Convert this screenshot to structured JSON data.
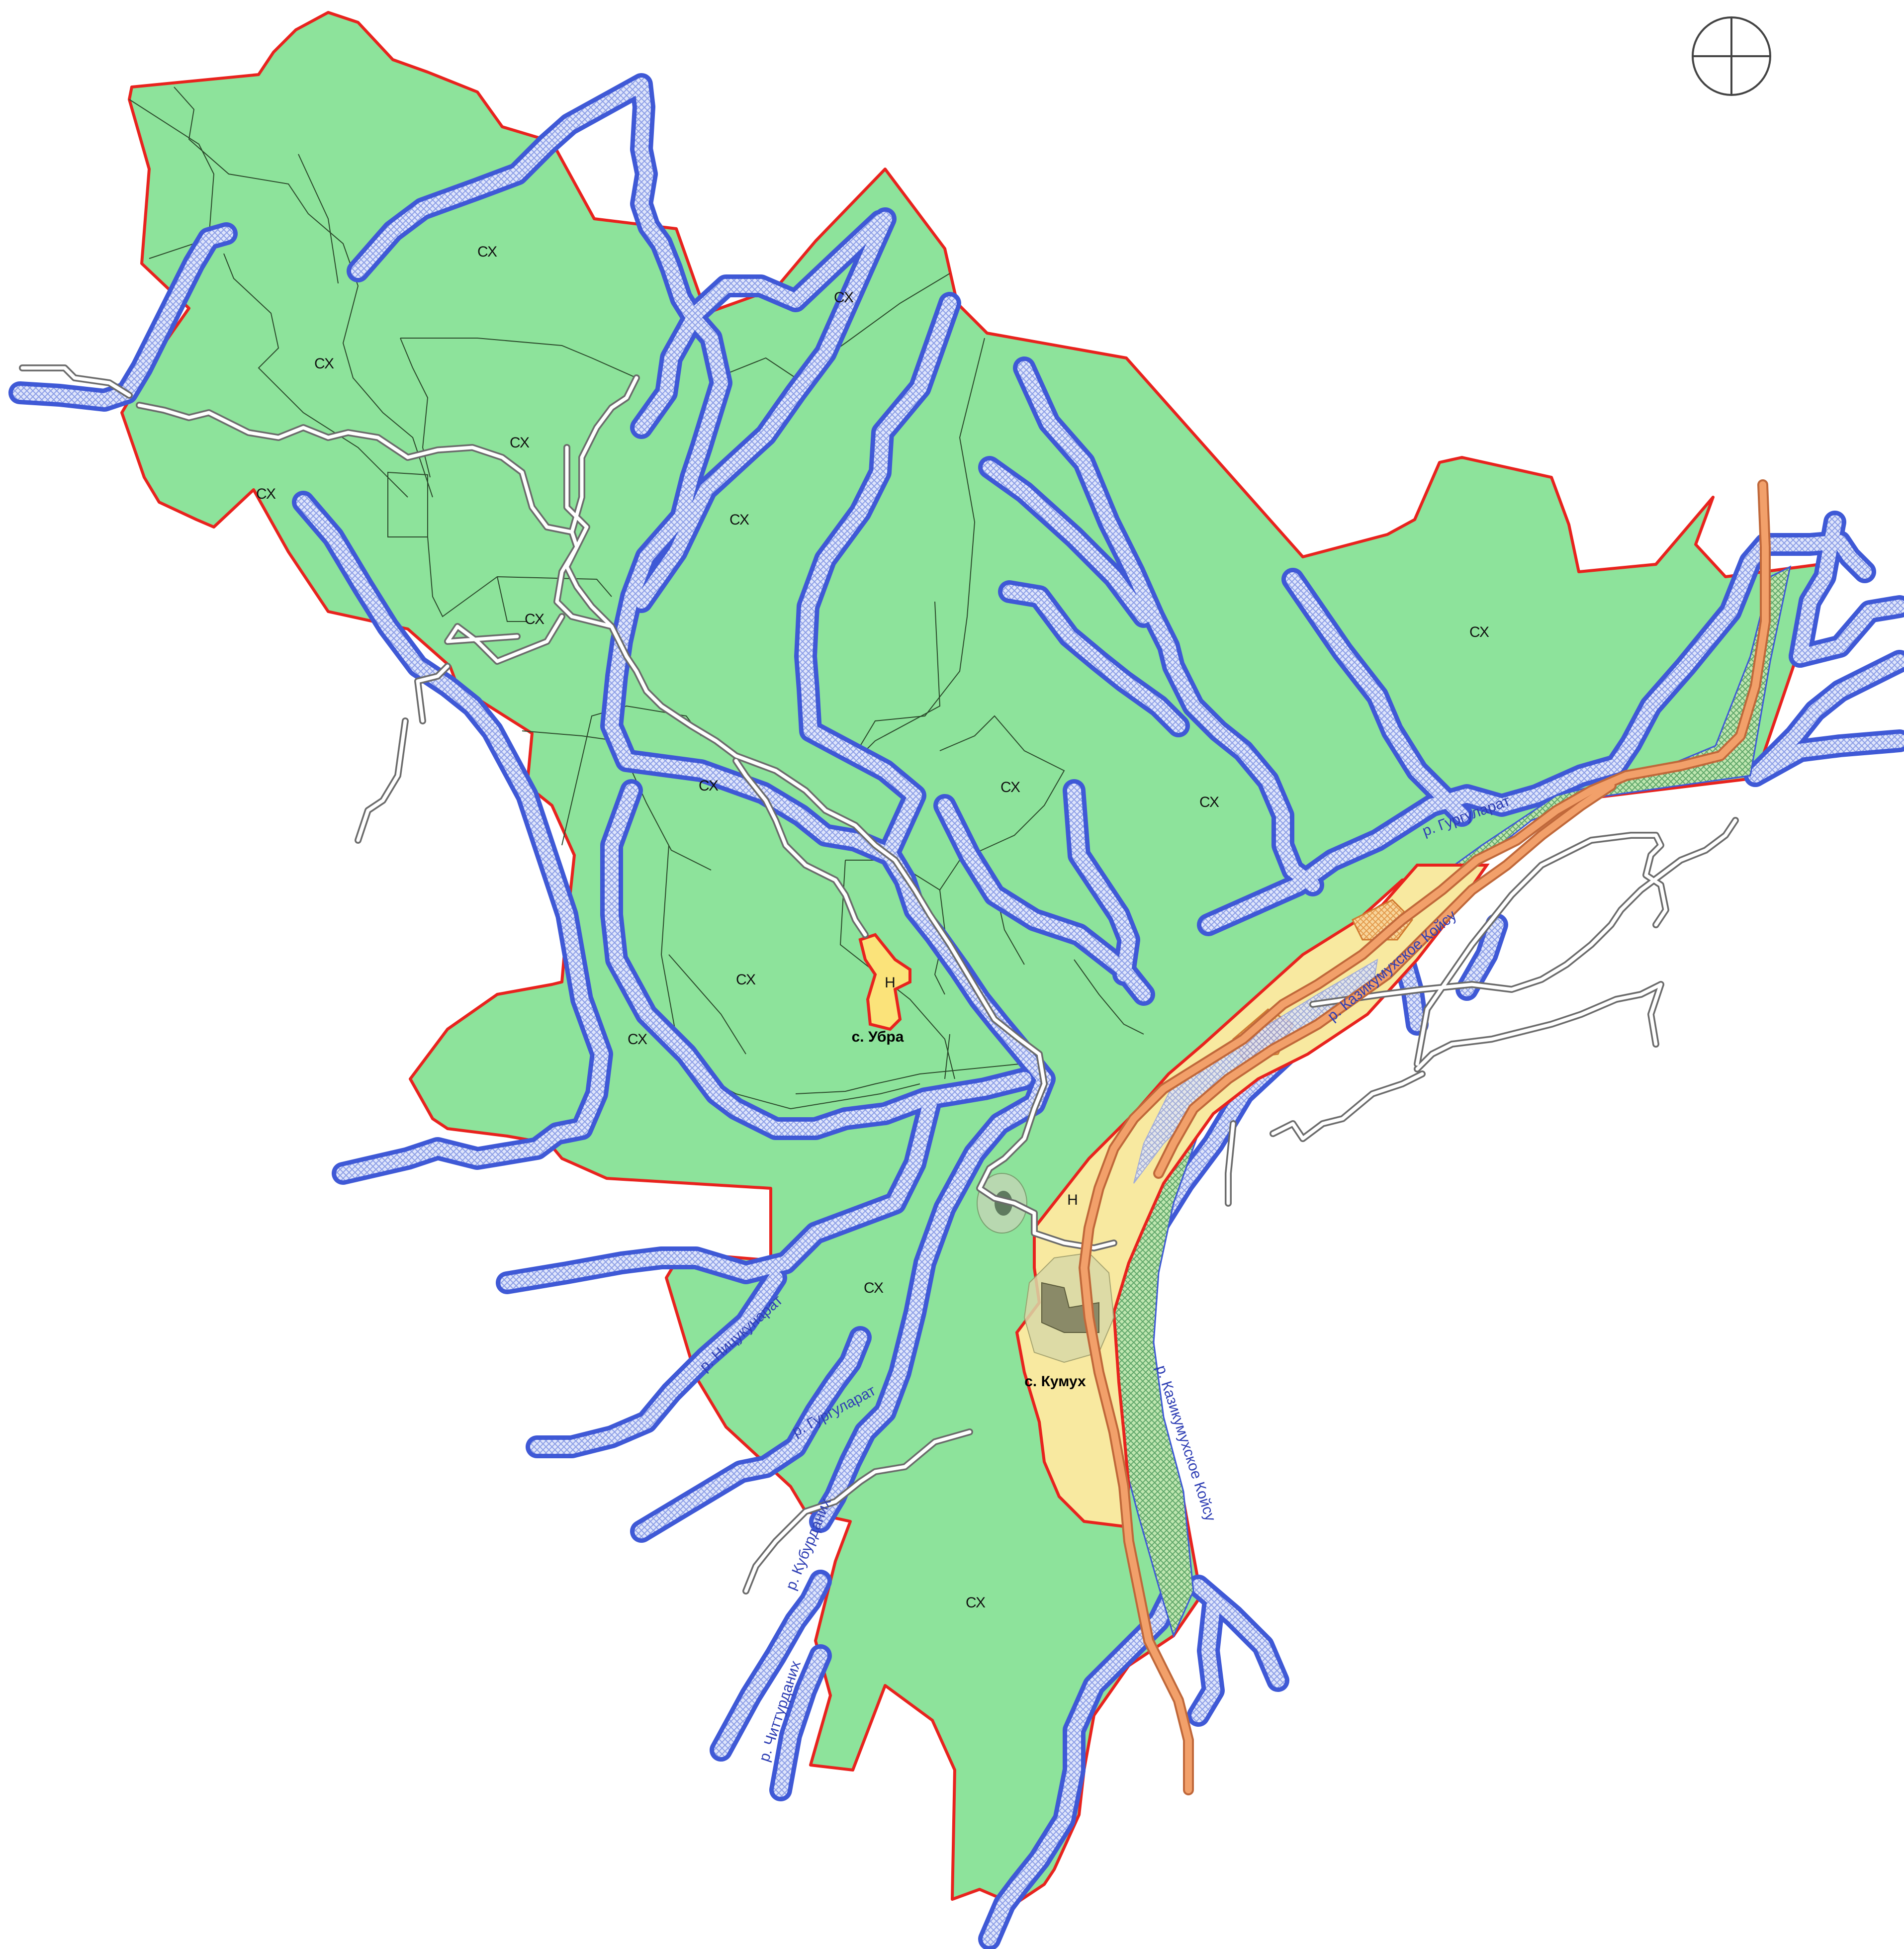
{
  "zones": {
    "agricultural": "СХ",
    "settlement": "Н"
  },
  "villages": {
    "ubra": "с. Убра",
    "kumukh": "с. Кумух"
  },
  "rivers": {
    "gurgularat_east": "р. Гургуларат",
    "kazikumukh_east": "р. Казикумухское Койсу",
    "kazikumukh_south": "р. Казикумухское Койсу",
    "nitsukunarat": "р. Ницукунарат",
    "gurgularat_south": "р. Гургуларат",
    "kuburdanikh": "р. Кубурданих",
    "chittur": "р. Читтурданих"
  },
  "colors": {
    "agricultural_fill": "#8de39b",
    "settlement_fill": "#f8e9a0",
    "boundary": "#e8231e",
    "river_stroke": "#3f59d6",
    "river_hatch": "#a8b8f0",
    "highway": "#f2a06a"
  },
  "icons": {
    "compass": "compass-icon"
  }
}
